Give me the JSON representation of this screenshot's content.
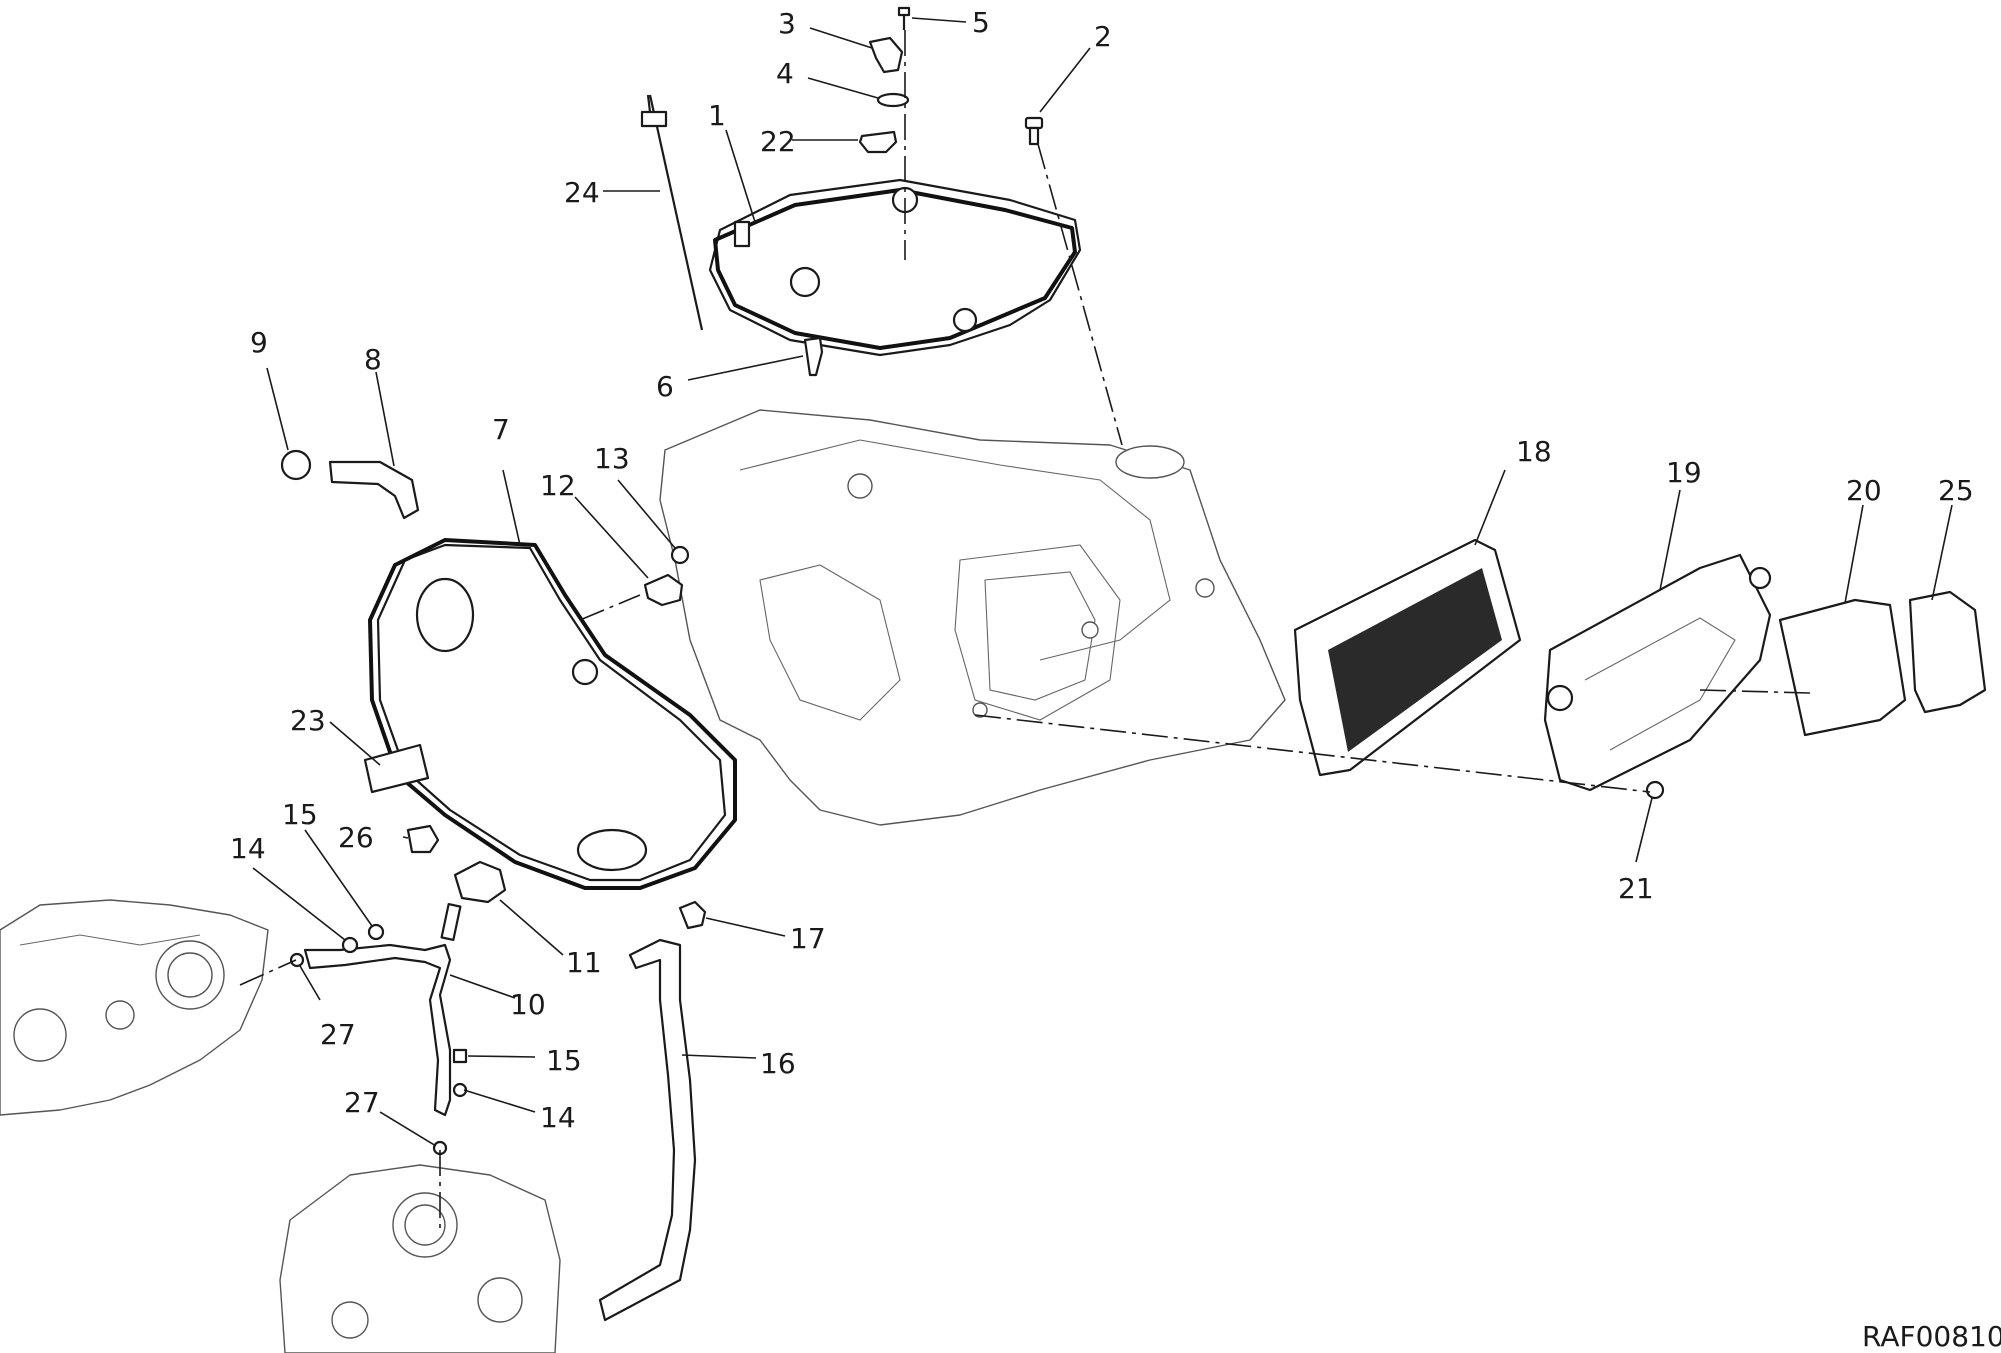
{
  "diagram": {
    "reference_code": "RAF00810",
    "callouts": [
      {
        "id": "c1",
        "label": "1"
      },
      {
        "id": "c2",
        "label": "2"
      },
      {
        "id": "c3",
        "label": "3"
      },
      {
        "id": "c4",
        "label": "4"
      },
      {
        "id": "c5",
        "label": "5"
      },
      {
        "id": "c6",
        "label": "6"
      },
      {
        "id": "c7",
        "label": "7"
      },
      {
        "id": "c8",
        "label": "8"
      },
      {
        "id": "c9",
        "label": "9"
      },
      {
        "id": "c10",
        "label": "10"
      },
      {
        "id": "c11",
        "label": "11"
      },
      {
        "id": "c12",
        "label": "12"
      },
      {
        "id": "c13",
        "label": "13"
      },
      {
        "id": "c14a",
        "label": "14"
      },
      {
        "id": "c14b",
        "label": "14"
      },
      {
        "id": "c15a",
        "label": "15"
      },
      {
        "id": "c15b",
        "label": "15"
      },
      {
        "id": "c16",
        "label": "16"
      },
      {
        "id": "c17",
        "label": "17"
      },
      {
        "id": "c18",
        "label": "18"
      },
      {
        "id": "c19",
        "label": "19"
      },
      {
        "id": "c20",
        "label": "20"
      },
      {
        "id": "c21",
        "label": "21"
      },
      {
        "id": "c22",
        "label": "22"
      },
      {
        "id": "c23",
        "label": "23"
      },
      {
        "id": "c24",
        "label": "24"
      },
      {
        "id": "c25",
        "label": "25"
      },
      {
        "id": "c26",
        "label": "26"
      },
      {
        "id": "c27a",
        "label": "27"
      },
      {
        "id": "c27b",
        "label": "27"
      }
    ]
  }
}
